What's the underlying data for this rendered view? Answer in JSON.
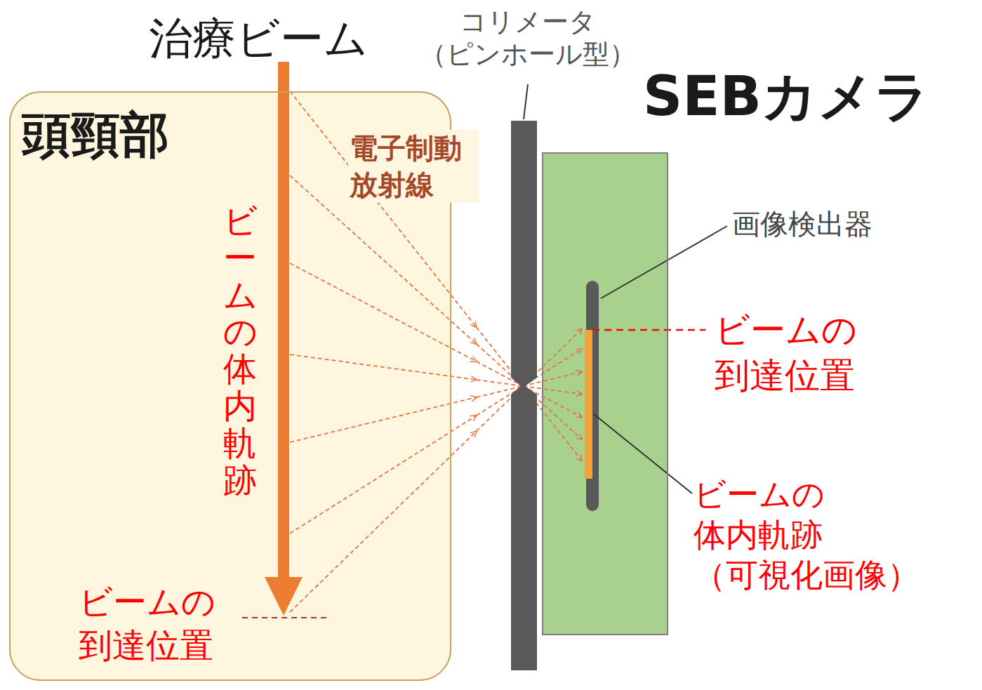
{
  "diagram": {
    "nodes": [
      {
        "text": [
          "頭頸部"
        ]
      },
      {
        "text": [
          "SEBカメラ"
        ]
      }
    ],
    "labels": [
      "治療ビーム",
      "コリメータ （ピンホール型）",
      "電子制動 放射線",
      "ビームの体内軌跡",
      "ビームの 到達位置",
      "画像検出器",
      "ビームの 到達位置",
      "ビームの 体内軌跡 （可視化画像）"
    ]
  }
}
